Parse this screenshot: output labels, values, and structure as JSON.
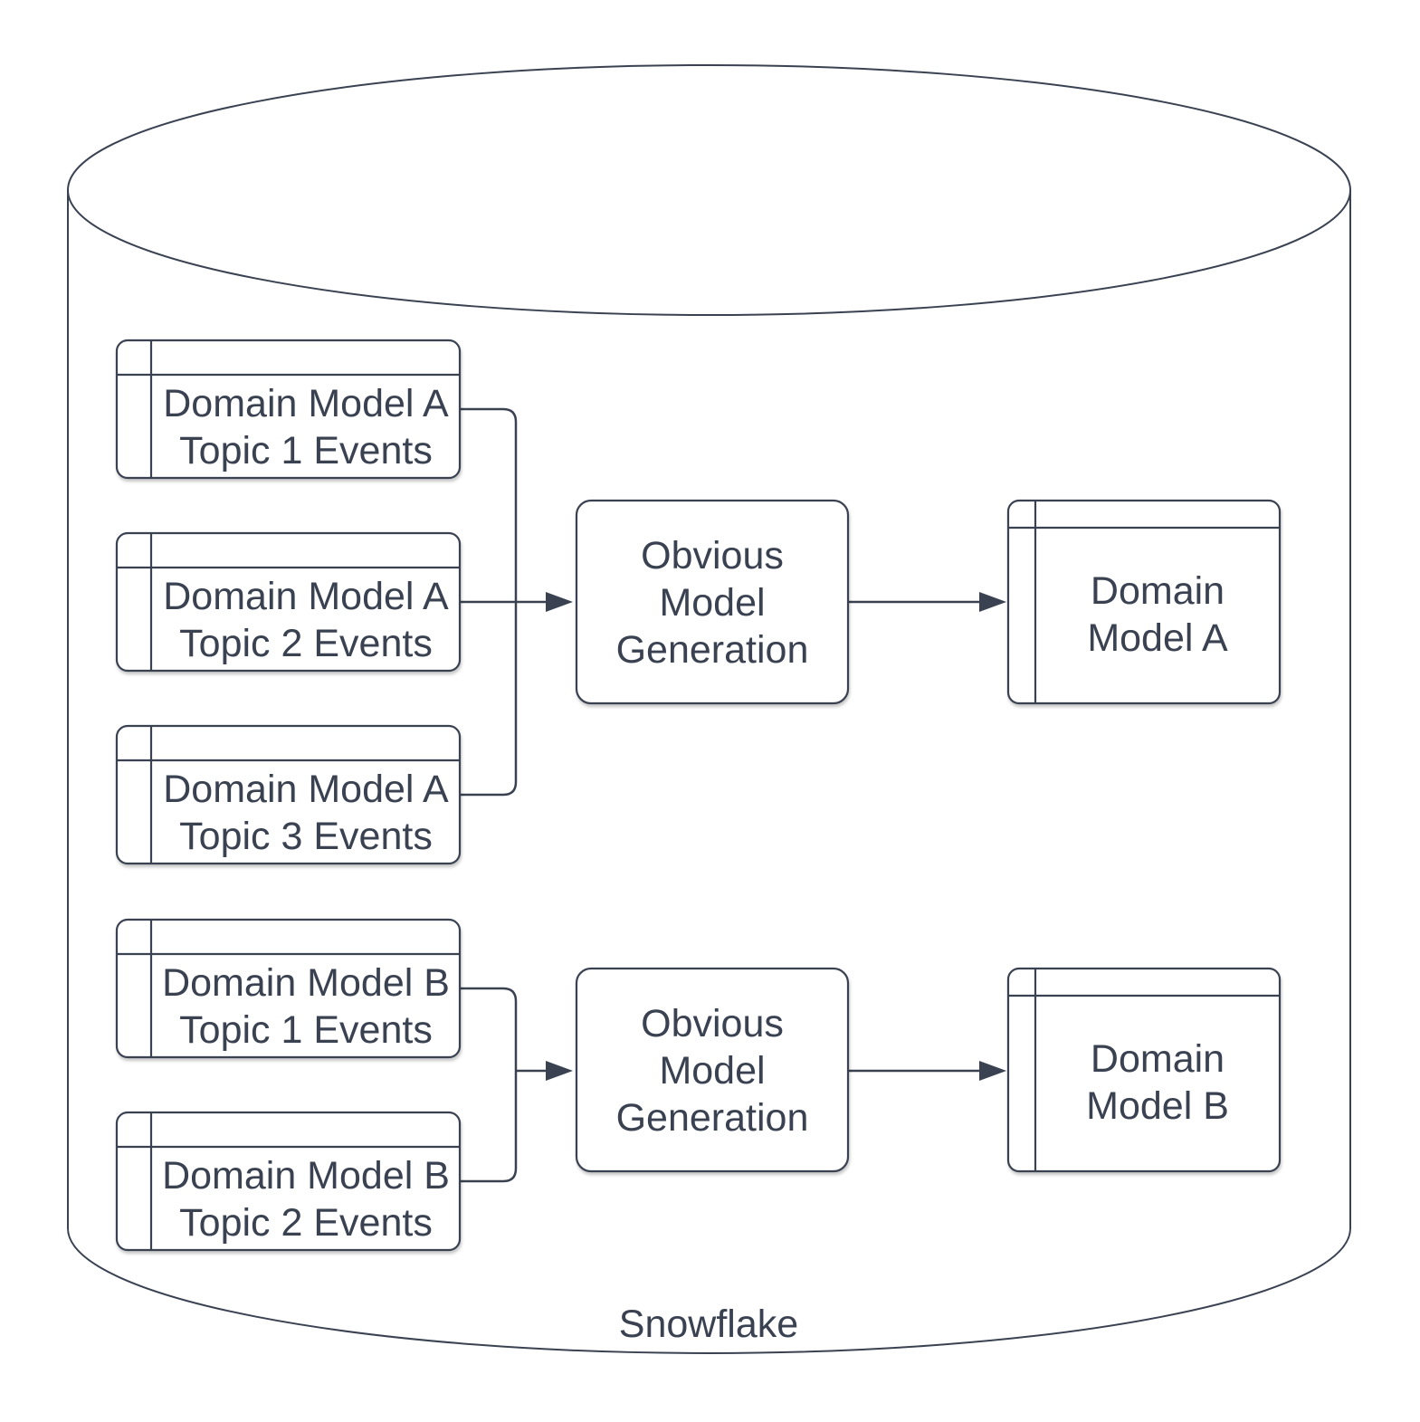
{
  "colors": {
    "stroke": "#3a4252",
    "text": "#3a4252",
    "background": "#ffffff"
  },
  "cylinder": {
    "label": "Snowflake"
  },
  "topic_tables": [
    {
      "line1": "Domain Model A",
      "line2": "Topic 1 Events"
    },
    {
      "line1": "Domain Model A",
      "line2": "Topic 2 Events"
    },
    {
      "line1": "Domain Model A",
      "line2": "Topic 3 Events"
    },
    {
      "line1": "Domain Model B",
      "line2": "Topic 1 Events"
    },
    {
      "line1": "Domain Model B",
      "line2": "Topic 2 Events"
    }
  ],
  "process_boxes": [
    {
      "line1": "Obvious",
      "line2": "Model",
      "line3": "Generation"
    },
    {
      "line1": "Obvious",
      "line2": "Model",
      "line3": "Generation"
    }
  ],
  "output_tables": [
    {
      "line1": "Domain",
      "line2": "Model A"
    },
    {
      "line1": "Domain",
      "line2": "Model B"
    }
  ]
}
